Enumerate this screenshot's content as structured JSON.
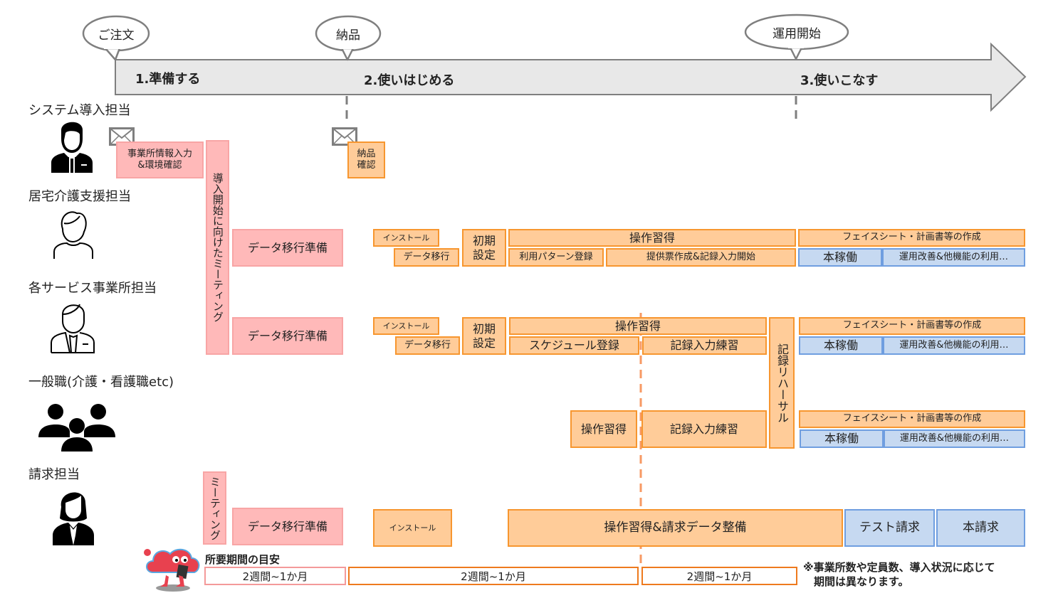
{
  "milestones": {
    "order": "ご注文",
    "delivery": "納品",
    "go_live": "運用開始"
  },
  "phases": [
    "1.準備する",
    "2.使いはじめる",
    "3.使いこなす"
  ],
  "roles": [
    {
      "label": "システム導入担当",
      "icon": "businessman-icon"
    },
    {
      "label": "居宅介護支援担当",
      "icon": "woman-outline-icon"
    },
    {
      "label": "各サービス事業所担当",
      "icon": "businessman-outline-icon"
    },
    {
      "label": "一般職(介護・看護職etc)",
      "icon": "group-icon"
    },
    {
      "label": "請求担当",
      "icon": "businesswoman-icon"
    }
  ],
  "system_admin": {
    "office_info": "事業所情報入力\n&環境確認",
    "delivery_check": "納品\n確認",
    "kickoff_meeting": "導入開始に向けたミーティング"
  },
  "care_manager": {
    "data_prep": "データ移行準備",
    "install": "インストール",
    "data_migration": "データ移行",
    "initial_setup": "初期\n設定",
    "training": "操作習得",
    "pattern_reg": "利用パターン登録",
    "record_start": "提供票作成&記録入力開始",
    "facesheet": "フェイスシート・計画書等の作成",
    "production": "本稼働",
    "improvement": "運用改善&他機能の利用…"
  },
  "service_office": {
    "data_prep": "データ移行準備",
    "install": "インストール",
    "data_migration": "データ移行",
    "initial_setup": "初期\n設定",
    "training": "操作習得",
    "schedule_reg": "スケジュール登録",
    "record_practice": "記録入力練習",
    "rehearsal": "記録リハーサル",
    "facesheet": "フェイスシート・計画書等の作成",
    "production": "本稼働",
    "improvement": "運用改善&他機能の利用…"
  },
  "general_staff": {
    "training": "操作習得",
    "record_practice": "記録入力練習",
    "facesheet": "フェイスシート・計画書等の作成",
    "production": "本稼働",
    "improvement": "運用改善&他機能の利用…"
  },
  "billing": {
    "meeting": "ミーティング",
    "data_prep": "データ移行準備",
    "install": "インストール",
    "training": "操作習得&請求データ整備",
    "test_billing": "テスト請求",
    "real_billing": "本請求"
  },
  "duration": {
    "title": "所要期間の目安",
    "periods": [
      "2週間~1か月",
      "2週間~1か月",
      "2週間~1か月"
    ]
  },
  "note": "※事業所数や定員数、導入状況に応じて\n　期間は異なります。",
  "colors": {
    "prep": "#ffb9b9",
    "task": "#ffcc99",
    "task_border": "#f7962f",
    "live": "#c6d9f1",
    "live_border": "#6f9ee0",
    "arrow": "#e8e8e8"
  }
}
